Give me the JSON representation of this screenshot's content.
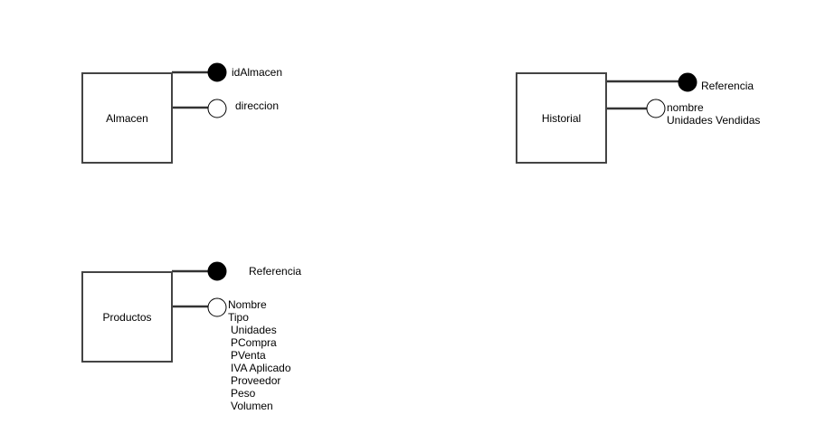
{
  "entities": {
    "almacen": {
      "name": "Almacen",
      "key_attribute": "idAlmacen",
      "attributes": [
        "direccion"
      ]
    },
    "historial": {
      "name": "Historial",
      "key_attribute": "Referencia",
      "attributes": [
        "nombre",
        "Unidades Vendidas"
      ]
    },
    "productos": {
      "name": "Productos",
      "key_attribute": "Referencia",
      "attributes": [
        "Nombre",
        "Tipo",
        "Unidades",
        "PCompra",
        "PVenta",
        "IVA Aplicado",
        "Proveedor",
        "Peso",
        "Volumen"
      ]
    }
  },
  "colors": {
    "line": "#333333",
    "key_dot": "#000000",
    "attr_dot_fill": "#ffffff"
  }
}
